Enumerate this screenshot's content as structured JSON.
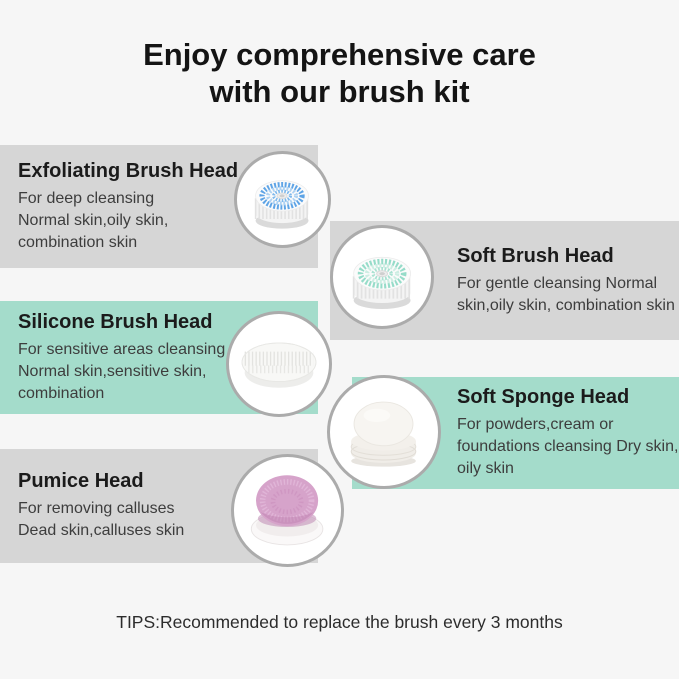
{
  "header": {
    "title_lines": [
      "Enjoy comprehensive care",
      "with our brush kit"
    ]
  },
  "sections": [
    {
      "title": "Exfoliating Brush Head",
      "lines": [
        "For deep cleansing",
        "Normal skin,oily skin,",
        "combination skin"
      ],
      "side": "left",
      "band_color": "#d6d6d6",
      "product_icon": "exfoliating-brush-photo"
    },
    {
      "title": "Soft Brush Head",
      "lines": [
        "For gentle cleansing Normal",
        "skin,oily skin, combination skin"
      ],
      "side": "right",
      "band_color": "#d6d6d6",
      "product_icon": "soft-brush-photo"
    },
    {
      "title": "Silicone Brush Head",
      "lines": [
        "For sensitive areas cleansing",
        "Normal skin,sensitive skin,",
        "combination"
      ],
      "side": "left",
      "band_color": "#a4dccb",
      "product_icon": "silicone-brush-photo"
    },
    {
      "title": "Soft Sponge Head",
      "lines": [
        "For powders,cream or",
        "foundations cleansing Dry skin,",
        "oily skin"
      ],
      "side": "right",
      "band_color": "#a4dccb",
      "product_icon": "soft-sponge-photo"
    },
    {
      "title": "Pumice Head",
      "lines": [
        "For removing calluses",
        "Dead skin,calluses skin"
      ],
      "side": "left",
      "band_color": "#d6d6d6",
      "product_icon": "pumice-photo"
    }
  ],
  "footer": {
    "tips": "TIPS:Recommended to replace the brush every 3 months"
  },
  "colors": {
    "page_background": "#f6f6f6",
    "band_gray": "#d6d6d6",
    "band_mint": "#a4dccb",
    "circle_border": "#ababab",
    "exfoliating_blue": "#5ea4e6",
    "exfoliating_blue_light": "#aed2f2",
    "soft_brush_mint": "#96dcc9",
    "soft_brush_mint_light": "#cdeee3",
    "pumice_pink": "#d6a3ca",
    "title_text": "#141414",
    "body_text": "#3d3d3d"
  }
}
